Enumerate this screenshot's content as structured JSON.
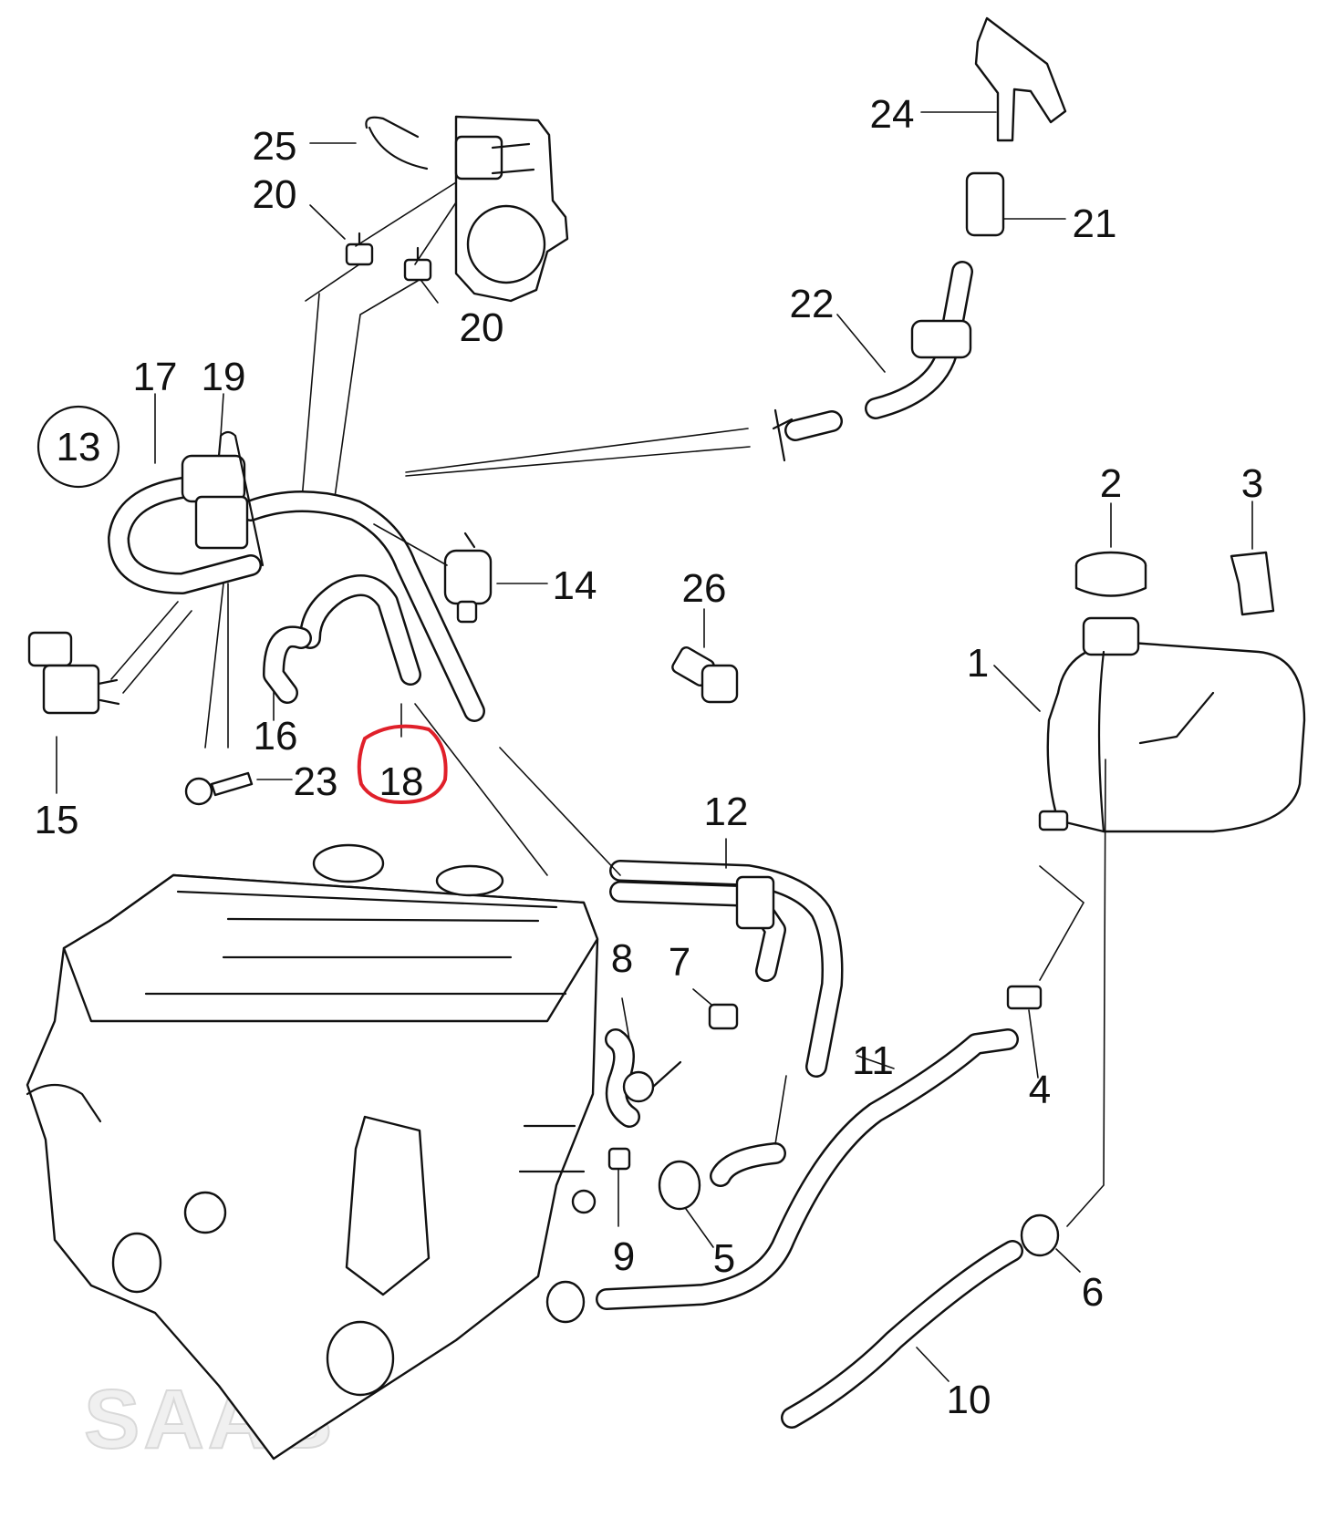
{
  "diagram": {
    "group_label": "13",
    "watermark": "SAAB",
    "highlight_color": "#e0202a",
    "line_color": "#111111",
    "callouts": {
      "c1": "1",
      "c2": "2",
      "c3": "3",
      "c4": "4",
      "c5": "5",
      "c6": "6",
      "c7": "7",
      "c8": "8",
      "c9": "9",
      "c10": "10",
      "c11": "11",
      "c12": "12",
      "c14": "14",
      "c15": "15",
      "c16": "16",
      "c17": "17",
      "c18": "18",
      "c19": "19",
      "c20a": "20",
      "c20b": "20",
      "c21": "21",
      "c22": "22",
      "c23": "23",
      "c24": "24",
      "c25": "25",
      "c26": "26"
    },
    "highlighted_callout": "18"
  }
}
